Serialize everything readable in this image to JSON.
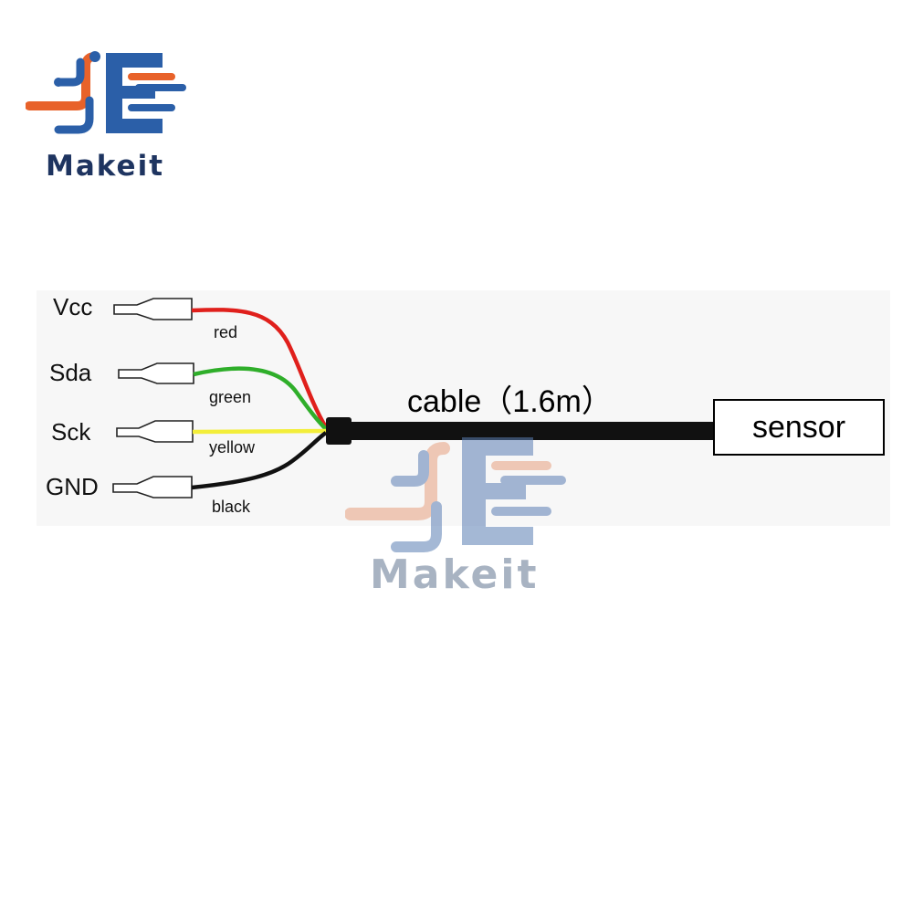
{
  "brand": {
    "name": "Makeit",
    "colors": {
      "navy": "#1e3460",
      "blue": "#2b5fa8",
      "orange": "#e8622a"
    }
  },
  "pins": [
    {
      "name": "Vcc",
      "wire": "red",
      "color": "#e0201c"
    },
    {
      "name": "Sda",
      "wire": "green",
      "color": "#2fae2a"
    },
    {
      "name": "Sck",
      "wire": "yellow",
      "color": "#f3ee3a"
    },
    {
      "name": "GND",
      "wire": "black",
      "color": "#111111"
    }
  ],
  "cable": {
    "label": "cable（1.6m）",
    "color": "#111111"
  },
  "sensor": {
    "label": "sensor"
  },
  "watermark": {
    "text": "Makeit"
  }
}
